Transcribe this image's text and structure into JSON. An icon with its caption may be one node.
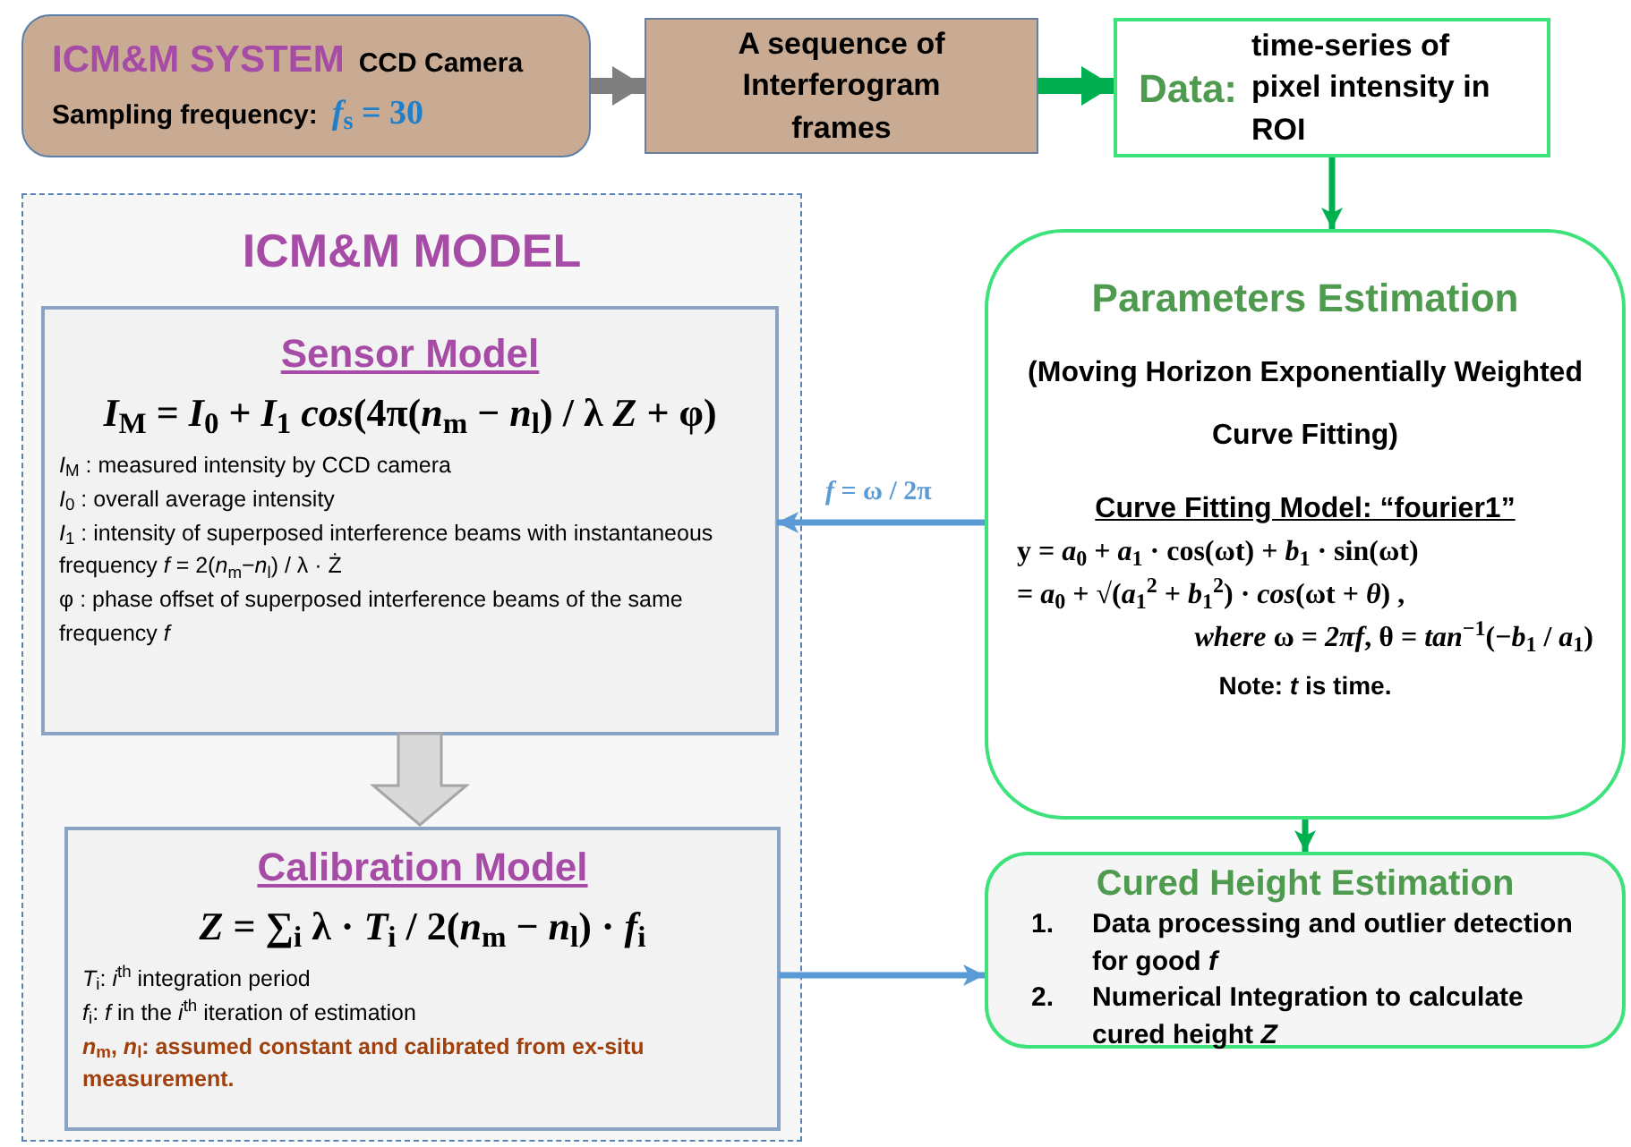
{
  "diagram": {
    "nodes": [
      {
        "text": [
          "ICM&M SYSTEM",
          "CCD Camera",
          "Sampling frequency:",
          "*f*$_{s}$ = 30"
        ]
      },
      {
        "text": [
          "A sequence of Interferogram frames"
        ]
      },
      {
        "text": [
          "Data:",
          "time-series of pixel intensity in ROI"
        ]
      },
      {
        "text": [
          "ICM&M MODEL"
        ]
      },
      {
        "text": [
          "Sensor Model",
          "*I*$_{M}$ = *I*$_{0}$ + *I*$_{1}$ *cos*(4π(*n*$_{m}$ − *n*$_{l}$) / λ *Z* + φ)",
          "*I*$_{M}$ : measured intensity by CCD camera",
          "*I*$_{0}$ : overall average intensity",
          "*I*$_{1}$ : intensity of superposed interference beams with instantaneous frequency *f* = 2(*n*$_{m}$−*n*$_{l}$) / λ · Ż",
          "φ : phase offset of superposed interference beams of the same frequency *f*"
        ],
        "in": 3
      },
      {
        "text": [
          "Calibration Model",
          "*Z* = ∑$_{i}$ λ · *T*$_{i}$ / 2(*n*$_{m}$ − *n*$_{l}$) · *f*$_{i}$",
          "*T*$_{i}$: *i*$^{th}$ integration period",
          "*f*$_{i}$: *f* in the *i*$^{th}$ iteration of estimation",
          "*n*$_{m}$, *n*$_{l}$: assumed constant and calibrated from ex-situ measurement."
        ],
        "in": 3
      },
      {
        "text": [
          "Parameters Estimation",
          "(Moving Horizon Exponentially Weighted Curve Fitting)",
          "Curve Fitting Model: “fourier1”",
          "y = *a*$_{0}$ + *a*$_{1}$ · cos(ωt) + *b*$_{1}$ · sin(ωt)",
          "= *a*$_{0}$ + √(*a*$_{1}$$^{2}$ + *b*$_{1}$$^{2}$) · *cos*(ωt + *θ*) ,",
          "*where* ω = *2πf*, θ = *tan*$^{−1}$(−*b*$_{1}$ / *a*$_{1}$)",
          "Note: *t* is time."
        ]
      },
      {
        "text": [
          "Cured Height Estimation",
          "1.",
          "Data processing and outlier detection for good *f*",
          "2.",
          "Numerical Integration to calculate cured height *Z*"
        ]
      }
    ],
    "edges": [
      {
        "from": 0,
        "to": 1,
        "arrow": "to",
        "style": "thick",
        "color": "#7f7f7f"
      },
      {
        "from": 1,
        "to": 2,
        "arrow": "to",
        "style": "thick",
        "color": "#00b050"
      },
      {
        "from": 2,
        "to": 6,
        "arrow": "to",
        "color": "#00b050"
      },
      {
        "from": 6,
        "to": 4,
        "arrow": "to",
        "label": "*f* = ω / 2π",
        "color": "#5b9bd5"
      },
      {
        "from": 4,
        "to": 5,
        "arrow": "to",
        "style": "thick",
        "color": "#a6a6a6"
      },
      {
        "from": 5,
        "to": 7,
        "arrow": "to",
        "color": "#5b9bd5"
      },
      {
        "from": 6,
        "to": 7,
        "arrow": "to",
        "color": "#00b050"
      }
    ]
  }
}
